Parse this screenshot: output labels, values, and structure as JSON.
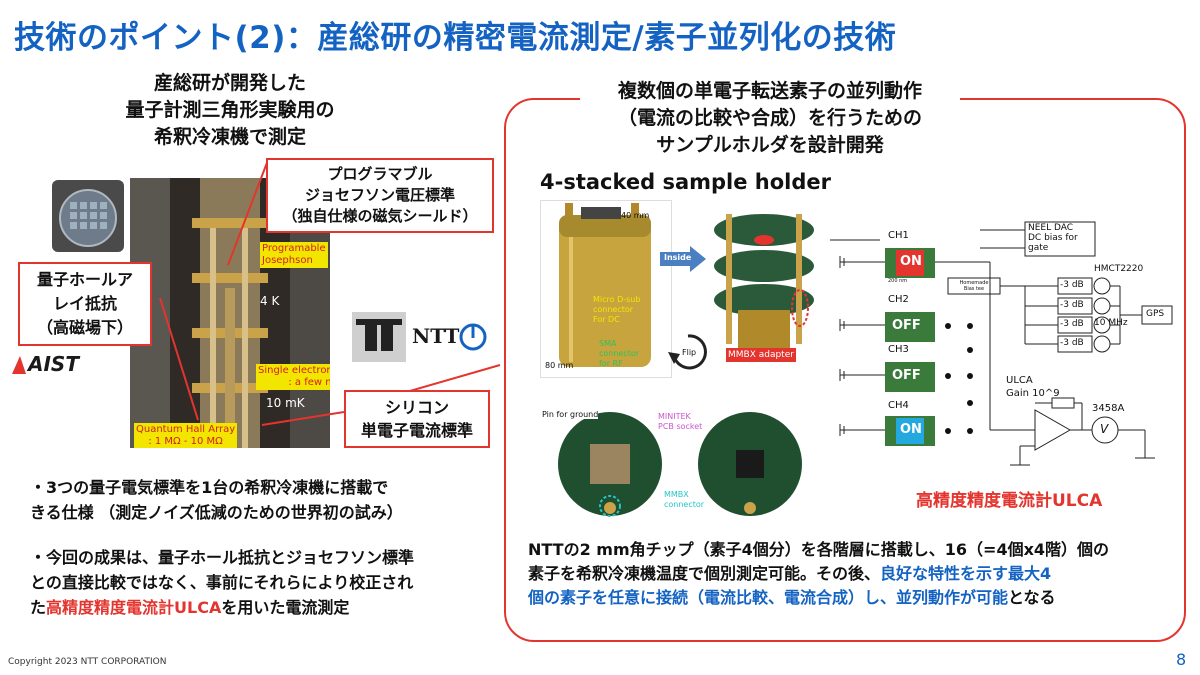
{
  "slide": {
    "title": "技術のポイント(2)：産総研の精密電流測定/素子並列化の技術",
    "page_number": "8",
    "copyright": "Copyright 2023 NTT CORPORATION"
  },
  "left": {
    "heading_lines": [
      "産総研が開発した",
      "量子計測三角形実験用の",
      "希釈冷凍機で測定"
    ],
    "aist_logo": "AIST",
    "ntt_logo": "NTT",
    "photo_labels": {
      "programable": "Programable\nJosephson",
      "four_k": "4 K",
      "single_electron": "Single electron device\n: a few nA",
      "ten_mk": "10 mK",
      "qha": "Quantum Hall Array\n: 1 MΩ - 10 MΩ"
    },
    "callout_josephson": [
      "プログラマブル",
      "ジョセフソン電圧標準",
      "（独自仕様の磁気シールド）"
    ],
    "callout_qhar": [
      "量子ホールア",
      "レイ抵抗",
      "（高磁場下）"
    ],
    "callout_silicon": [
      "シリコン",
      "単電子電流標準"
    ],
    "bullet1": [
      "・3つの量子電気標準を1台の希釈冷凍機に搭載で",
      "きる仕様 （測定ノイズ低減のための世界初の試み）"
    ],
    "bullet2": {
      "line1": "・今回の成果は、量子ホール抵抗とジョセフソン標準",
      "line2": "との直接比較ではなく、事前にそれらにより校正され",
      "line3_pre": "た",
      "line3_red": "高精度精度電流計ULCA",
      "line3_post": "を用いた電流測定"
    }
  },
  "right": {
    "heading_lines": [
      "複数個の単電子転送素子の並列動作",
      "（電流の比較や合成）を行うための",
      "サンプルホルダを設計開発"
    ],
    "subheading": "4-stacked sample holder",
    "photo_labels": {
      "forty_mm": "40 mm",
      "eighty_mm": "80 mm",
      "inside": "Inside",
      "flip": "Flip",
      "micro_dsub": "Micro D-sub\nconnector\nFor DC",
      "sma": "SMA\nconnector\nfor RF",
      "mmbx_adapter": "MMBX adapter",
      "pin_ground": "Pin for ground",
      "minitek": "MINITEK\nPCB socket",
      "mmbx_conn": "MMBX\nconnector"
    },
    "circuit": {
      "channels": [
        "CH1",
        "CH2",
        "CH3",
        "CH4"
      ],
      "states": [
        "ON",
        "OFF",
        "OFF",
        "ON"
      ],
      "neel": "NEEL DAC\nDC bias for\ngate",
      "homemade": "Homemade\nBias tee",
      "attenuators": [
        "-3 dB",
        "-3 dB",
        "-3 dB",
        "-3 dB"
      ],
      "hmct": "HMCT2220",
      "ten_mhz": "10 MHz",
      "gps": "GPS",
      "ulca": "ULCA",
      "gain": "Gain 10^9",
      "meter": "3458A",
      "v": "V",
      "scale": "200 nm"
    },
    "ulca_caption": "高精度精度電流計ULCA",
    "para": {
      "line1": "NTTの2 mm角チップ（素子4個分）を各階層に搭載し、16（=4個x4階）個の",
      "line2_pre": "素子を希釈冷凍機温度で個別測定可能。その後、",
      "line2_blue": "良好な特性を示す最大4",
      "line3_blue": "個の素子を任意に接続（電流比較、電流合成）し、並列動作が可能",
      "line3_post": "となる"
    }
  },
  "colors": {
    "title_blue": "#1463c3",
    "accent_red": "#e4342e",
    "label_yellow": "#f2e600"
  }
}
